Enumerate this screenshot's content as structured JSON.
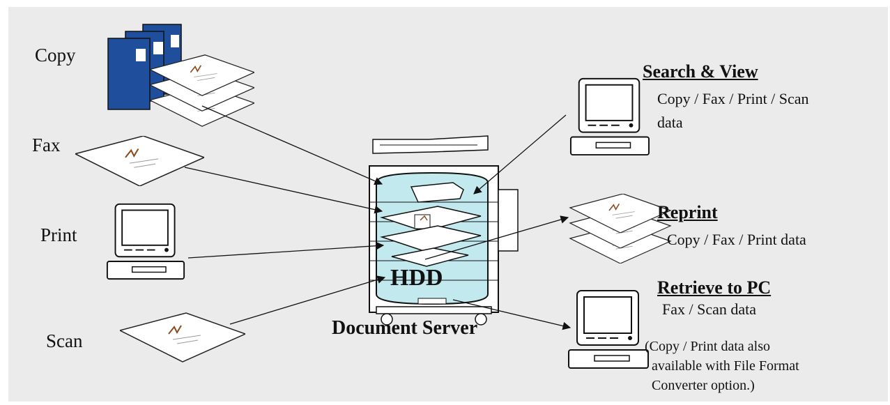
{
  "inputs": {
    "copy": "Copy",
    "fax": "Fax",
    "print": "Print",
    "scan": "Scan"
  },
  "server": {
    "title": "Document Server",
    "storage": "HDD"
  },
  "outputs": {
    "search_view": {
      "heading": "Search & View",
      "line1": "Copy / Fax / Print / Scan",
      "line2": "data"
    },
    "reprint": {
      "heading": "Reprint",
      "line1": "Copy / Fax / Print data"
    },
    "retrieve": {
      "heading": "Retrieve to PC",
      "line1": "Fax / Scan data",
      "note1": "(Copy / Print data also",
      "note2": "available with File Format",
      "note3": "Converter option.)"
    }
  },
  "colors": {
    "background": "#ffffff",
    "panel": "#ebebeb",
    "hdd_fill": "#c2e9ee",
    "binder": "#1f4f9c"
  }
}
